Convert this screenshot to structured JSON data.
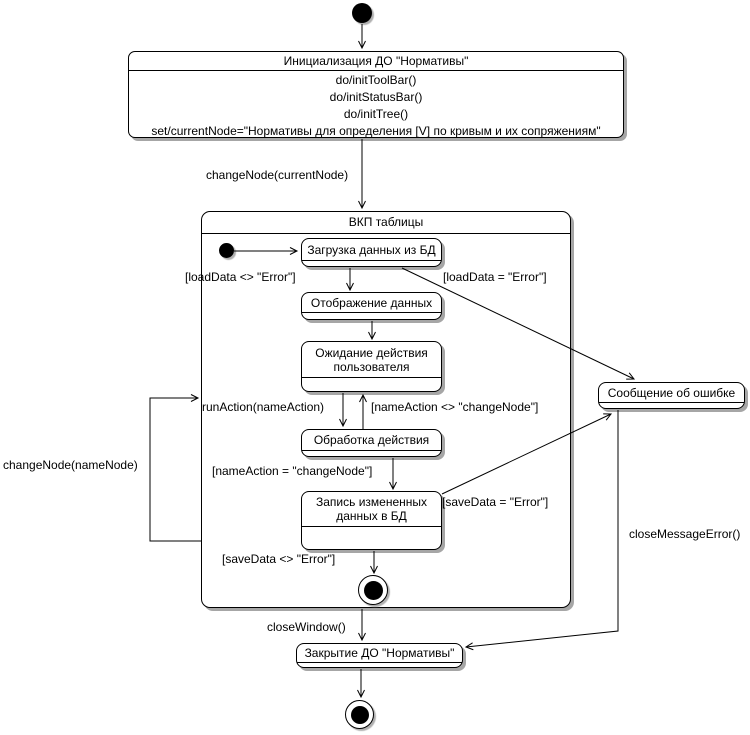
{
  "diagram_type": "uml-state-diagram",
  "colors": {
    "line": "#000000",
    "shadow": "#a6a6a6",
    "background": "#ffffff",
    "state_fill": "#ffffff"
  },
  "nodes": {
    "init_box": {
      "title": "Инициализация ДО \"Нормативы\"",
      "actions": [
        "do/initToolBar()",
        "do/initStatusBar()",
        "do/initTree()",
        "set/currentNode=\"Нормативы для определения [V] по кривым и их сопряжениям\""
      ]
    },
    "vkp": {
      "title": "ВКП таблицы"
    },
    "load_db": {
      "label": "Загрузка данных из БД"
    },
    "show_data": {
      "label": "Отображение данных"
    },
    "wait_user": {
      "label": "Ожидание действия пользователя"
    },
    "process_action": {
      "label": "Обработка действия"
    },
    "write_db": {
      "label": "Запись измененных данных в БД"
    },
    "error_msg": {
      "label": "Сообщение об ошибке"
    },
    "close_do": {
      "label": "Закрытие ДО \"Нормативы\""
    }
  },
  "edges": {
    "change_current": "changeNode(currentNode)",
    "load_ok": "[loadData <> \"Error\"]",
    "load_err": "[loadData = \"Error\"]",
    "run_action": "runAction(nameAction)",
    "action_not_change": "[nameAction <> \"changeNode\"]",
    "action_change": "[nameAction = \"changeNode\"]",
    "save_err": "[saveData = \"Error\"]",
    "save_ok": "[saveData <> \"Error\"]",
    "change_node": "changeNode(nameNode)",
    "close_window": "closeWindow()",
    "close_message": "closeMessageError()"
  }
}
